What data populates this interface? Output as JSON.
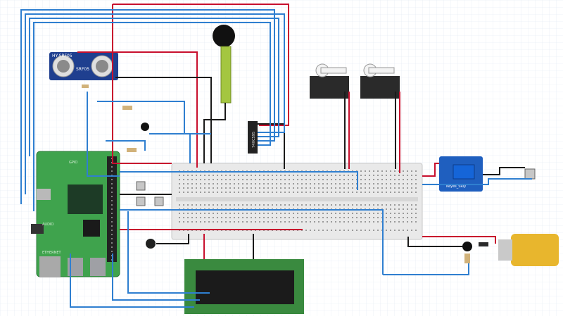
{
  "canvas": {
    "background": "#ffffff",
    "grid_color": "#dfe7f1"
  },
  "wire_colors": {
    "red": "#c8102e",
    "black": "#1a1a1a",
    "blue": "#2f7fd0"
  },
  "components": {
    "ultrasonic": {
      "label": "HY-SRF05",
      "chip": "SRF05",
      "color": "#1f3f8f"
    },
    "mux_chip": {
      "label": "74HC595"
    },
    "pi_header": {
      "label": "GPIO"
    },
    "pi_audio": {
      "label": "AUDIO"
    },
    "pi_ethernet": {
      "label": "ETHERNET"
    },
    "relay": {
      "label": "Keyes_SRly",
      "color": "#1f5fbf"
    }
  }
}
